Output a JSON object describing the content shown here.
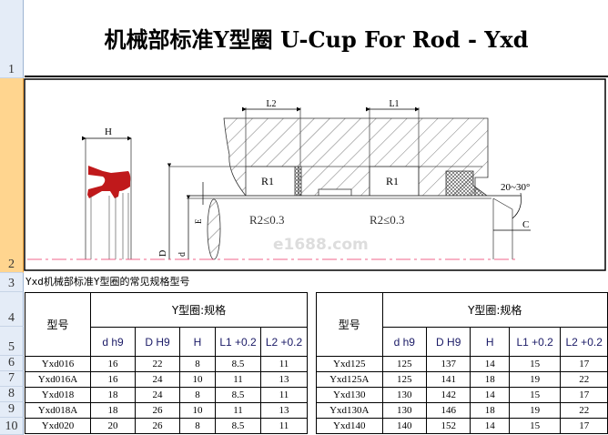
{
  "row_headers": [
    "1",
    "2",
    "3",
    "4",
    "5",
    "6",
    "7",
    "8",
    "9",
    "10"
  ],
  "title": "机械部标准Y型圈 U-Cup For Rod - Yxd",
  "subtitle": "Yxd机械部标准Y型圈的常见规格型号",
  "diagram": {
    "labels": {
      "H": "H",
      "L2": "L2",
      "L1": "L1",
      "R1": "R1",
      "R2": "R2≤0.3",
      "D": "D",
      "d": "d",
      "E": "E",
      "angle": "20~30°",
      "C": "C"
    },
    "watermark": "e1688.com",
    "seal_color": "#c0191b"
  },
  "table": {
    "model_header": "型号",
    "group_header": "Y型圈:规格",
    "columns": [
      "d h9",
      "D H9",
      "H",
      "L1 +0.2",
      "L2 +0.2"
    ],
    "left_rows": [
      [
        "Yxd016",
        "16",
        "22",
        "8",
        "8.5",
        "11"
      ],
      [
        "Yxd016A",
        "16",
        "24",
        "10",
        "11",
        "13"
      ],
      [
        "Yxd018",
        "18",
        "24",
        "8",
        "8.5",
        "11"
      ],
      [
        "Yxd018A",
        "18",
        "26",
        "10",
        "11",
        "13"
      ],
      [
        "Yxd020",
        "20",
        "26",
        "8",
        "8.5",
        "11"
      ]
    ],
    "right_rows": [
      [
        "Yxd125",
        "125",
        "137",
        "14",
        "15",
        "17"
      ],
      [
        "Yxd125A",
        "125",
        "141",
        "18",
        "19",
        "22"
      ],
      [
        "Yxd130",
        "130",
        "142",
        "14",
        "15",
        "17"
      ],
      [
        "Yxd130A",
        "130",
        "146",
        "18",
        "19",
        "22"
      ],
      [
        "Yxd140",
        "140",
        "152",
        "14",
        "15",
        "17"
      ]
    ]
  }
}
